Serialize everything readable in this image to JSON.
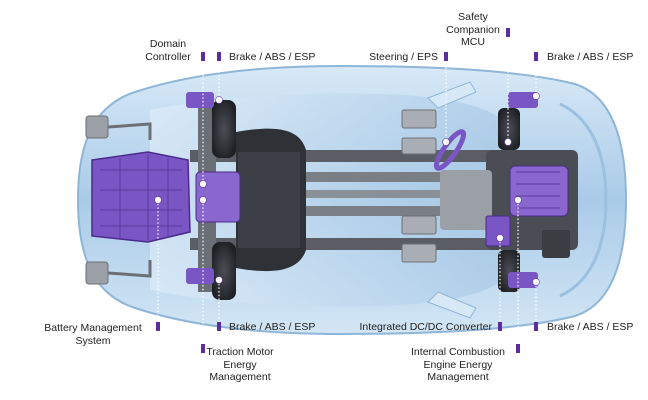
{
  "colors": {
    "marker": "#5b2d9e",
    "ecu_highlight": "#7a55c4",
    "car_body": "#b9d6ee",
    "car_edge": "#8fb6d8",
    "chassis": "#3a3d42",
    "leader": "#ffffff"
  },
  "labels": {
    "domain_controller": "Domain\nController",
    "brake_front_left": "Brake / ABS / ESP",
    "steering": "Steering / EPS",
    "safety_mcu": "Safety\nCompanion\nMCU",
    "brake_front_right": "Brake / ABS / ESP",
    "battery_management": "Battery Management\nSystem",
    "traction_motor": "Traction Motor\nEnergy\nManagement",
    "brake_rear_left": "Brake / ABS / ESP",
    "dcdc": "Integrated DC/DC Converter",
    "ice_energy": "Internal Combustion\nEngine Energy\nManagement",
    "brake_rear_right": "Brake / ABS / ESP"
  }
}
